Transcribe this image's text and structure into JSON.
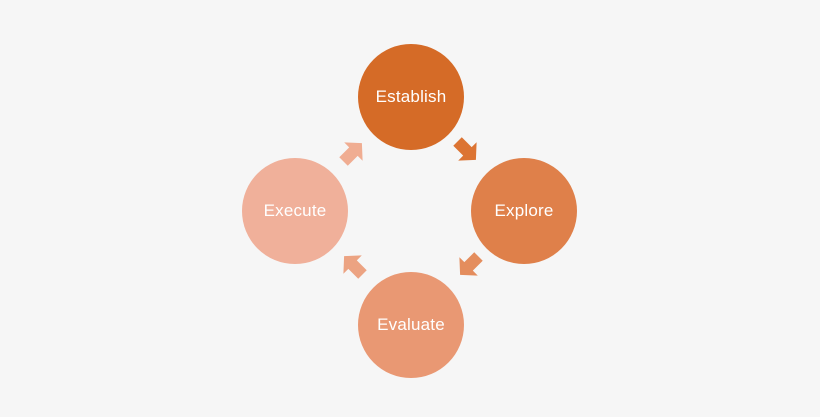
{
  "cycle": {
    "nodes": [
      {
        "label": "Establish",
        "color": "#d56b27"
      },
      {
        "label": "Explore",
        "color": "#df804a"
      },
      {
        "label": "Evaluate",
        "color": "#e99873"
      },
      {
        "label": "Execute",
        "color": "#f0b09a"
      }
    ],
    "arrows": [
      {
        "from": "Establish",
        "to": "Explore",
        "color": "#dc7433"
      },
      {
        "from": "Explore",
        "to": "Evaluate",
        "color": "#e48d5d"
      },
      {
        "from": "Evaluate",
        "to": "Execute",
        "color": "#eca382"
      },
      {
        "from": "Execute",
        "to": "Establish",
        "color": "#f0ad92"
      }
    ]
  }
}
